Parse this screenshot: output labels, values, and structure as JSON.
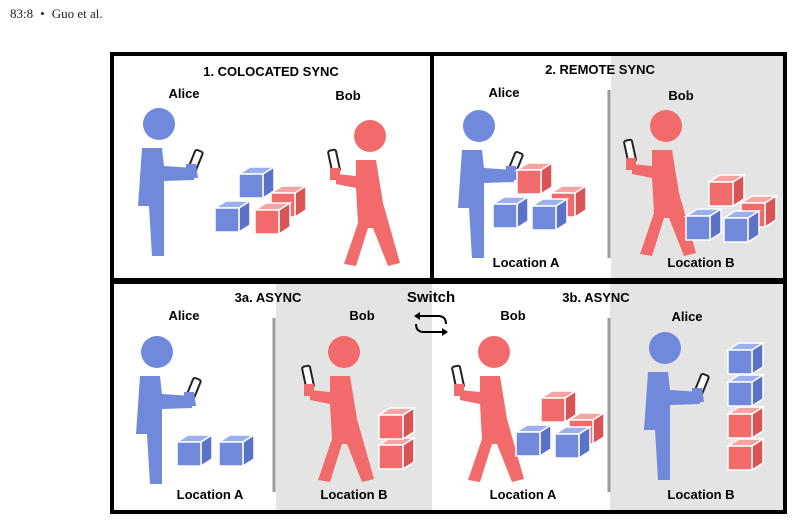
{
  "header": {
    "page_ref": "83:8",
    "bullet": "•",
    "authors": "Guo et al."
  },
  "colors": {
    "alice": "#7189da",
    "bob": "#f16b6b",
    "remote_bg": "#e4e4e4",
    "frame": "#000000",
    "divider": "#9a9a9a"
  },
  "panels": {
    "colocated": {
      "title": "1. COLOCATED SYNC",
      "person_left": "Alice",
      "person_right": "Bob"
    },
    "remote": {
      "title": "2. REMOTE SYNC",
      "person_left": "Alice",
      "person_right": "Bob",
      "location_left": "Location A",
      "location_right": "Location B"
    },
    "async_a": {
      "title": "3a. ASYNC",
      "person_left": "Alice",
      "person_right": "Bob",
      "location_left": "Location A",
      "location_right": "Location B"
    },
    "switch": {
      "label": "Switch",
      "icon": "swap-arrows-icon"
    },
    "async_b": {
      "title": "3b. ASYNC",
      "person_left": "Bob",
      "person_right": "Alice",
      "location_left": "Location A",
      "location_right": "Location B"
    }
  }
}
